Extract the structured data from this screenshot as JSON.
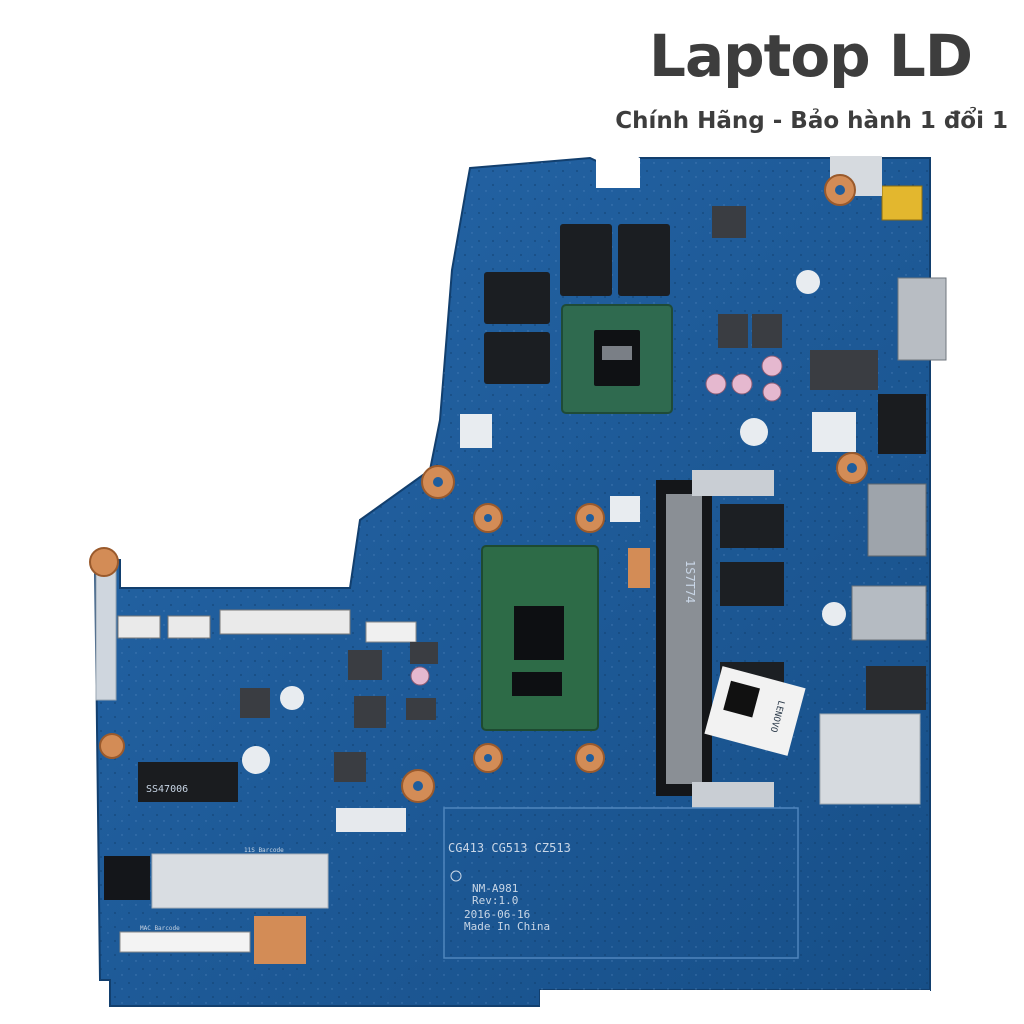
{
  "brand": {
    "title": "Laptop LD",
    "subtitle": "Chính Hãng - Bảo hành 1 đổi 1"
  },
  "board": {
    "model_line": "CG413 CG513 CZ513",
    "board_id": "NM-A981",
    "revision": "Rev:1.0",
    "date": "2016-06-16",
    "origin": "Made In China",
    "slot_text": "1S7T74",
    "ssd_label": "SS47006",
    "sticker_brand": "LENOVO",
    "barcode_label": "11S Barcode",
    "mac_label": "MAC Barcode"
  },
  "colors": {
    "pcb": "#1f5d9c",
    "pcb_dark": "#16487c",
    "copper": "#d08a52",
    "silver": "#d7dbe0"
  }
}
